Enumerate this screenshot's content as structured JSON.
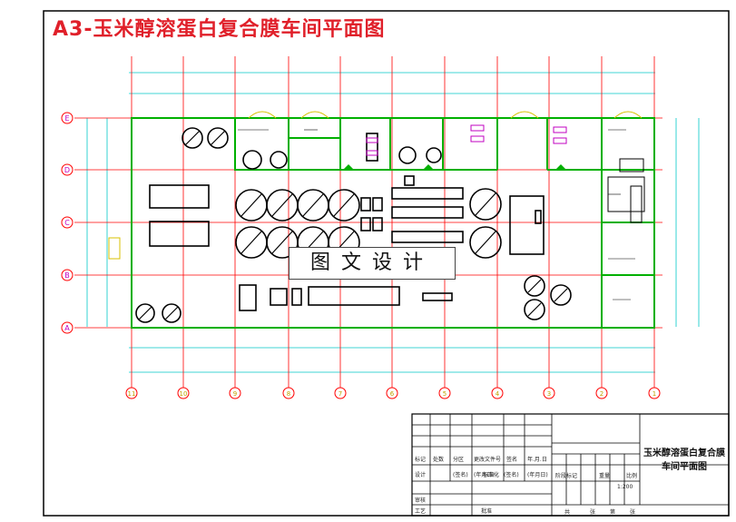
{
  "drawing": {
    "title": "A3-玉米醇溶蛋白复合膜车间平面图",
    "watermark": "图文设计",
    "row_axes": [
      "E",
      "D",
      "C",
      "B",
      "A"
    ],
    "col_axes": [
      "11",
      "10",
      "9",
      "8",
      "7",
      "6",
      "5",
      "4",
      "3",
      "2",
      "1"
    ],
    "axis_color": "#ff0000",
    "wall_color": "#00b000",
    "dim_color": "#00c8c8",
    "equipment_color": "#000000"
  },
  "title_block": {
    "drawing_name": "玉米醇溶蛋白复合膜车间平面图",
    "scale": "1:200",
    "row_labels": [
      "标记",
      "处数",
      "分区",
      "更改文件号",
      "签名",
      "年.月.日"
    ],
    "row2_labels": [
      "设计",
      "(签名)",
      "(年月日)",
      "标准化",
      "(签名)",
      "(年月日)"
    ],
    "stage_labels": [
      "阶段标记",
      "重量",
      "比例"
    ],
    "bottom_labels": [
      "审核",
      "工艺",
      "批准"
    ],
    "sheet_labels": [
      "共",
      "张",
      "第",
      "张"
    ]
  }
}
